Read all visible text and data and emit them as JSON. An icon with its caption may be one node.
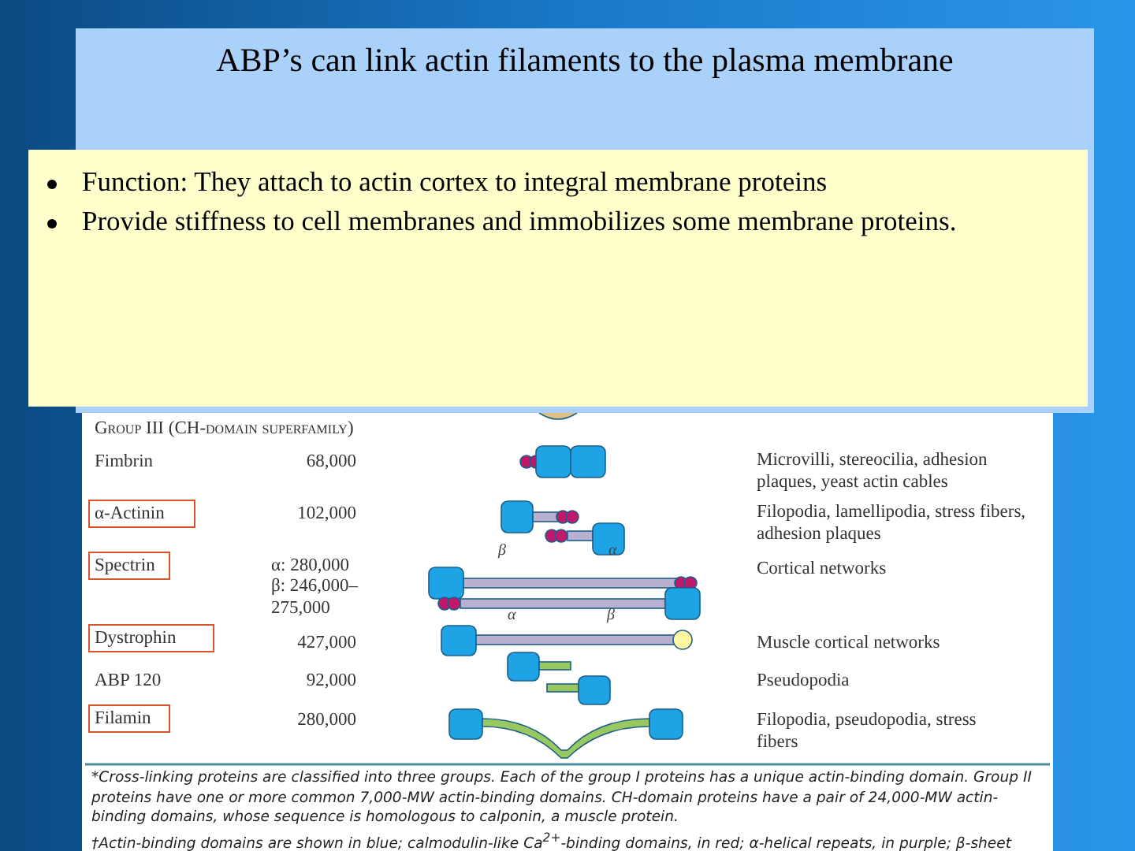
{
  "diagram": {
    "title": "ABP’s can link actin filaments to the plasma membrane",
    "nodes": [
      {
        "text": [
          "Function: They attach to actin cortex to integral membrane proteins",
          "Provide stiffness to cell membranes and immobilizes some membrane proteins."
        ]
      },
      {
        "text": [
          "α-Actinin"
        ]
      },
      {
        "text": [
          "Spectrin"
        ]
      },
      {
        "text": [
          "Dystrophin"
        ]
      },
      {
        "text": [
          "Filamin"
        ]
      }
    ],
    "labels": [
      "Group III (CH-domain superfamily)",
      "Fimbrin",
      "68,000",
      "Microvilli, stereocilia, adhesion plaques, yeast actin cables",
      "102,000",
      "Filopodia, lamellipodia, stress fibers, adhesion plaques",
      "α: 280,000",
      "β: 246,000–275,000",
      "β",
      "α",
      "Cortical networks",
      "α",
      "β",
      "427,000",
      "Muscle cortical networks",
      "ABP 120",
      "92,000",
      "Pseudopodia",
      "280,000",
      "Filopodia, pseudopodia, stress fibers",
      "*Cross-linking proteins are classified into three groups. Each of the group I proteins has a unique actin-binding domain. Group II proteins have one or more common 7,000-MW actin-binding domains. CH-domain proteins have a pair of 24,000-MW actin-binding domains, whose sequence is homologous to calponin, a muscle protein.",
      "†Actin-binding domains are shown in blue; calmodulin-like Ca$^{2+}$-binding domains, in red; α-helical repeats, in purple; β-sheet"
    ]
  }
}
